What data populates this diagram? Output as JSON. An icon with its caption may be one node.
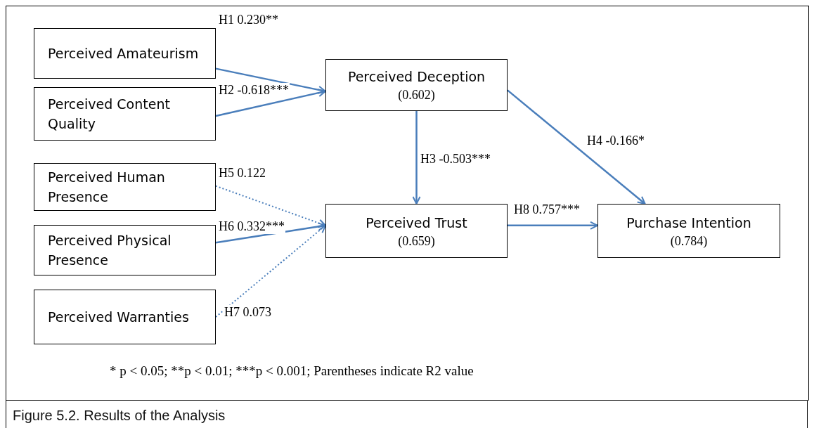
{
  "diagram": {
    "caption": "Figure 5.2. Results of the Analysis",
    "nodes": [
      {
        "text": [
          "Perceived Amateurism"
        ]
      },
      {
        "text": [
          "Perceived Content Quality"
        ]
      },
      {
        "text": [
          "Perceived Human Presence"
        ]
      },
      {
        "text": [
          "Perceived Physical Presence"
        ]
      },
      {
        "text": [
          "Perceived Warranties"
        ]
      },
      {
        "text": [
          "Perceived Deception",
          "(0.602)"
        ]
      },
      {
        "text": [
          "Perceived Trust",
          "(0.659)"
        ]
      },
      {
        "text": [
          "Purchase Intention",
          "(0.784)"
        ]
      }
    ],
    "edges": [
      {
        "from": 0,
        "to": 5,
        "arrow": "to",
        "label": "H1 0.230**"
      },
      {
        "from": 1,
        "to": 5,
        "arrow": "to",
        "label": "H2 -0.618***"
      },
      {
        "from": 5,
        "to": 6,
        "arrow": "to",
        "label": "H3 -0.503***"
      },
      {
        "from": 5,
        "to": 7,
        "arrow": "to",
        "label": "H4 -0.166*"
      },
      {
        "from": 2,
        "to": 6,
        "arrow": "to",
        "label": "H5 0.122",
        "style": "dashed"
      },
      {
        "from": 3,
        "to": 6,
        "arrow": "to",
        "label": "H6 0.332***"
      },
      {
        "from": 4,
        "to": 6,
        "arrow": "to",
        "label": "H7 0.073",
        "style": "dashed"
      },
      {
        "from": 6,
        "to": 7,
        "arrow": "to",
        "label": "H8 0.757***"
      }
    ],
    "labels": [
      "* p < 0.05; **p < 0.01; ***p < 0.001; Parentheses indicate R2 value"
    ]
  }
}
